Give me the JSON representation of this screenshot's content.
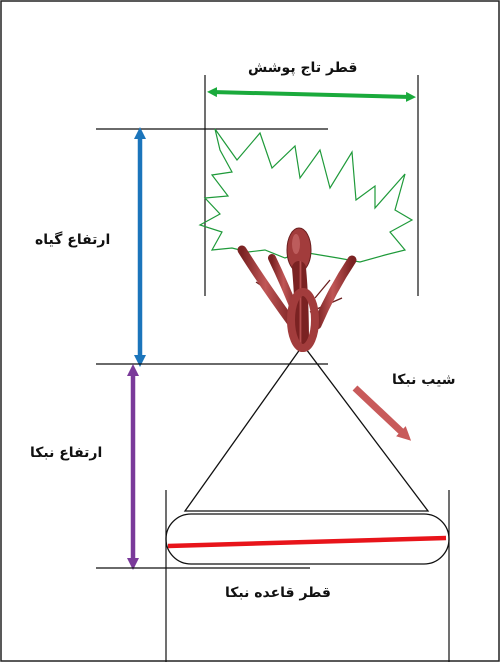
{
  "labels": {
    "crown_diameter": "قطر تاج پوشش",
    "plant_height": "ارتفاع گیاه",
    "nebka_slope": "شیب نبکا",
    "nebka_height": "ارتفاع نبکا",
    "nebka_base_diameter": "قطر قاعده نبکا"
  },
  "colors": {
    "crown_arrow": "#1aaa3c",
    "plant_height_arrow": "#1b75bb",
    "nebka_height_arrow": "#7a3a9a",
    "base_line": "#e8141a",
    "slope_arrow": "#c85a5a",
    "crown_outline": "#1f9a3a",
    "plant_body": "#a23c3c"
  }
}
